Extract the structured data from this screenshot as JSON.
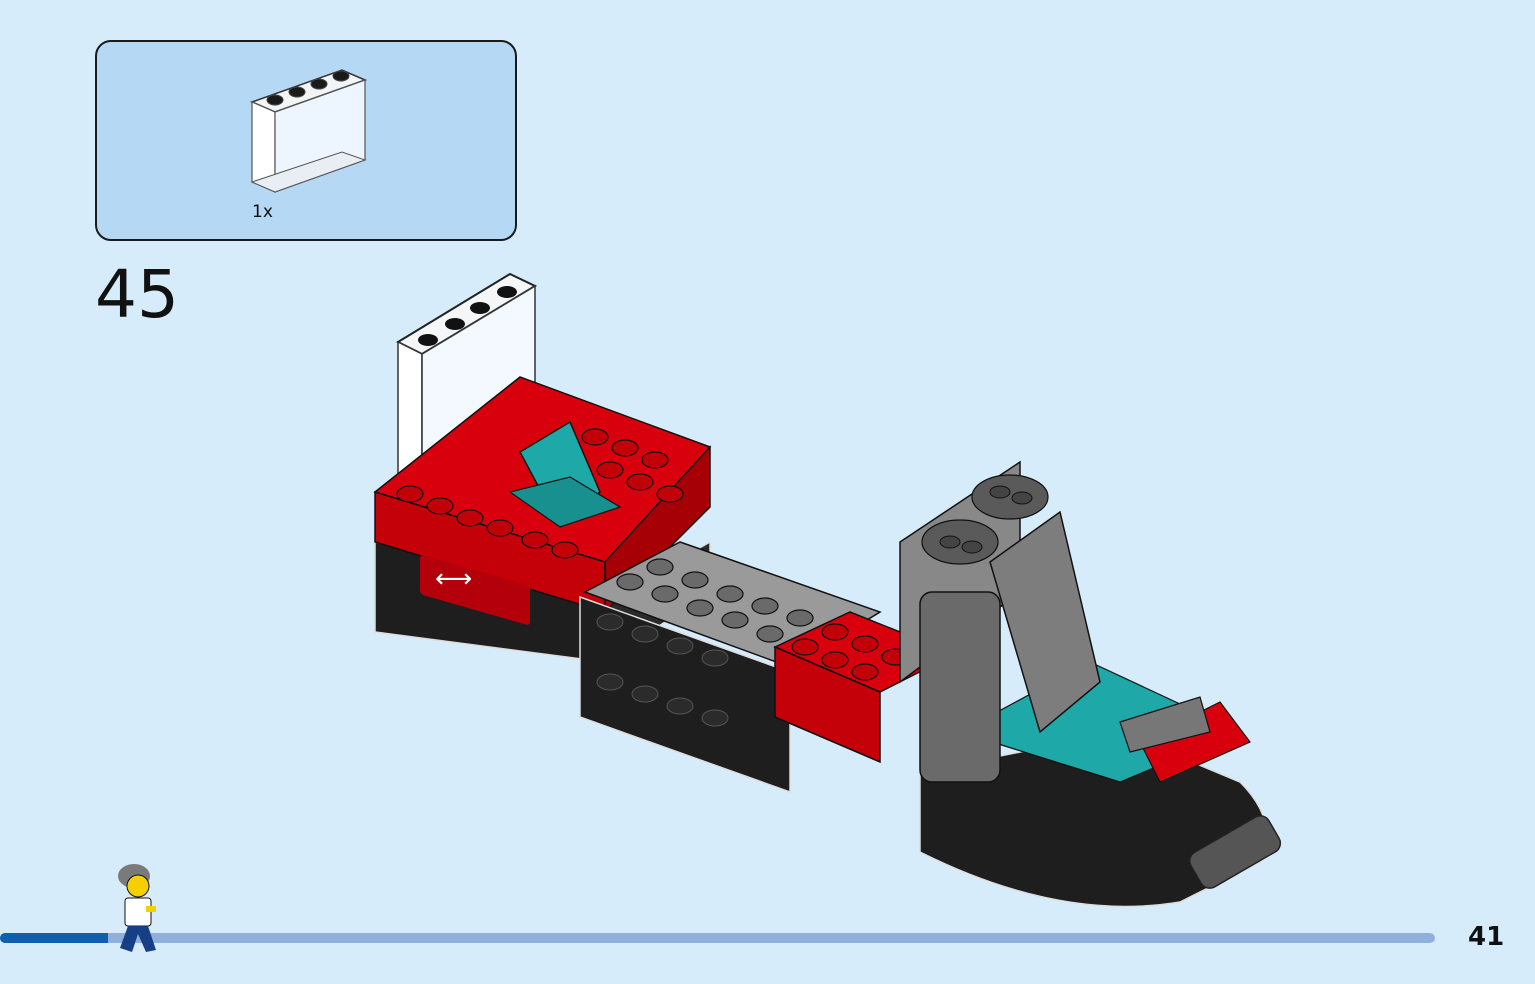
{
  "parts_callout": {
    "parts": [
      {
        "name": "transparent-panel-1x4x3-icon",
        "quantity": "1x"
      }
    ]
  },
  "step": {
    "number": "45"
  },
  "page": {
    "number": "41",
    "progress": 0.075
  },
  "colors": {
    "background": "#d6ecfb",
    "callout": "#b5d8f4",
    "red": "#d9000d",
    "black": "#1e1e1e",
    "teal": "#1ea8a8",
    "gray": "#8c8c8c",
    "progress_track": "#8fb0dd",
    "progress_fill": "#0f5eb0"
  }
}
